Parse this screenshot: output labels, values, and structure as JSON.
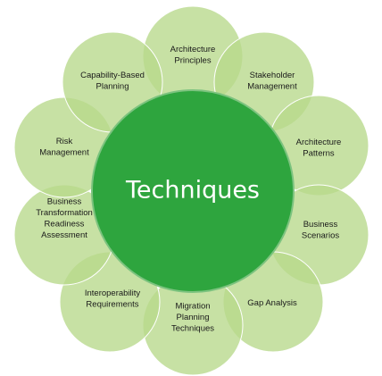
{
  "center": {
    "label": "Techniques"
  },
  "colors": {
    "center_fill": "#2EA53E",
    "center_stroke": "#7cc37f",
    "petal_fill": "#b7d98a",
    "petal_stroke": "#ffffff",
    "label_text": "#1a1a1a",
    "center_text": "#ffffff"
  },
  "petals": [
    {
      "lines": [
        "Architecture",
        "Principles"
      ]
    },
    {
      "lines": [
        "Stakeholder",
        "Management"
      ]
    },
    {
      "lines": [
        "Architecture",
        "Patterns"
      ]
    },
    {
      "lines": [
        "Business",
        "Scenarios"
      ]
    },
    {
      "lines": [
        "Gap Analysis"
      ]
    },
    {
      "lines": [
        "Migration",
        "Planning",
        "Techniques"
      ]
    },
    {
      "lines": [
        "Interoperability",
        "Requirements"
      ]
    },
    {
      "lines": [
        "Business",
        "Transformation",
        "Readiness",
        "Assessment"
      ]
    },
    {
      "lines": [
        "Risk",
        "Management"
      ]
    },
    {
      "lines": [
        "Capability-Based",
        "Planning"
      ]
    }
  ]
}
